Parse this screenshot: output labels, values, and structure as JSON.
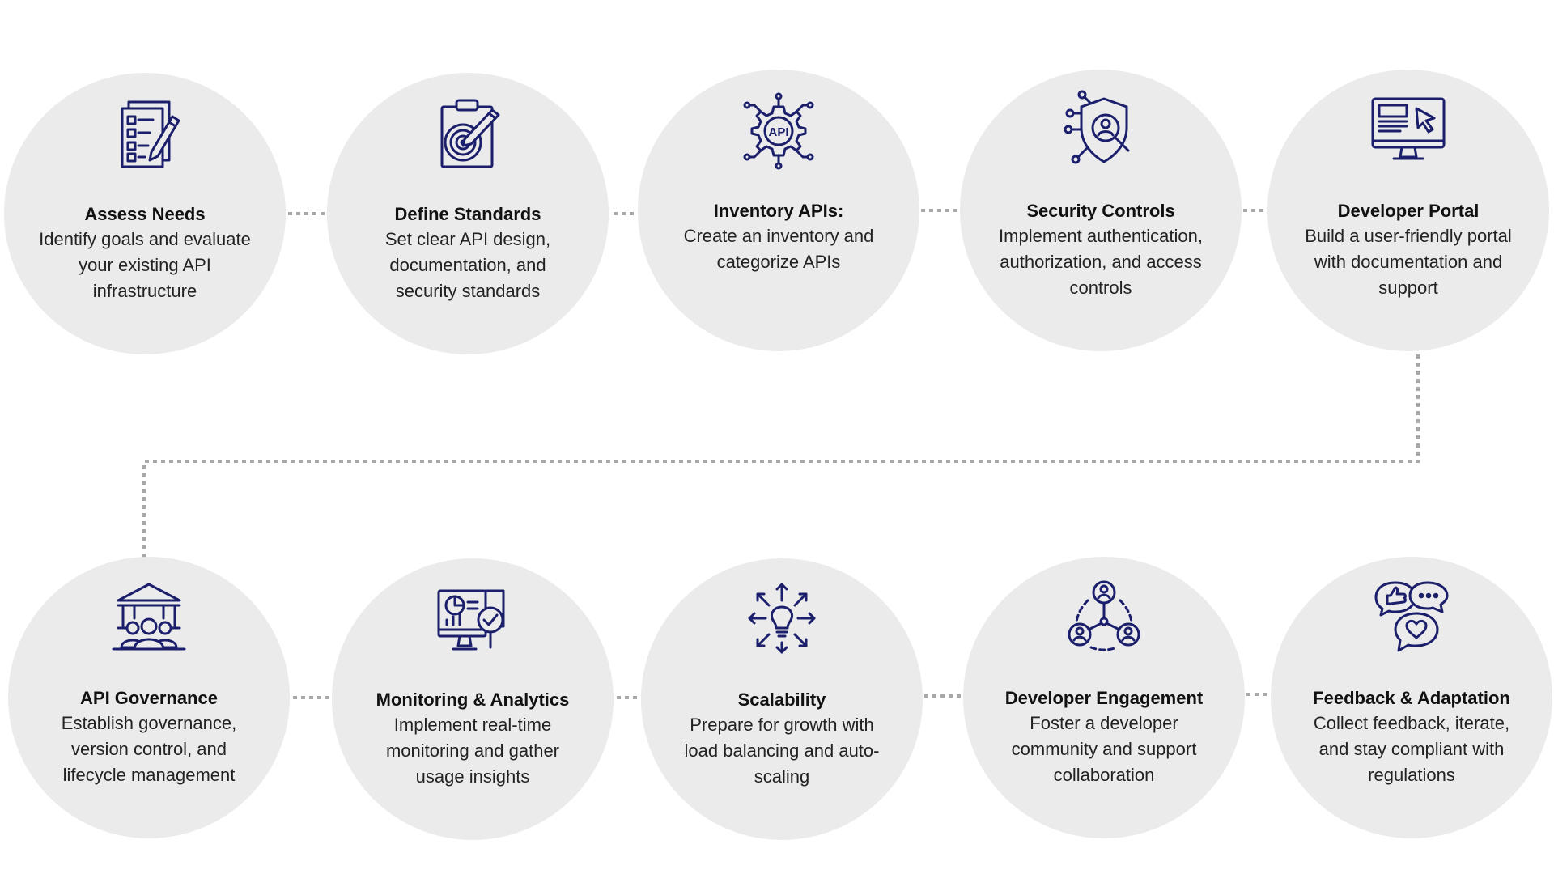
{
  "colors": {
    "circle_fill": "#ebebeb",
    "icon_stroke": "#1b1f6b",
    "connector": "#a8a8a8",
    "title_text": "#111111",
    "body_text": "#222222"
  },
  "steps": [
    {
      "title": "Assess Needs",
      "description": "Identify goals and evaluate your existing API infrastructure",
      "icon": "checklist-pencil-icon"
    },
    {
      "title": "Define Standards",
      "description": "Set clear API design, documentation, and security standards",
      "icon": "clipboard-target-icon"
    },
    {
      "title": "Inventory APIs:",
      "description": "Create an inventory and categorize APIs",
      "icon": "api-gear-icon",
      "icon_text": "API"
    },
    {
      "title": "Security Controls",
      "description": "Implement authentication, authorization, and access controls",
      "icon": "shield-user-icon"
    },
    {
      "title": "Developer Portal",
      "description": "Build a user-friendly portal with documentation and support",
      "icon": "monitor-cursor-icon"
    },
    {
      "title": "API Governance",
      "description": "Establish governance, version control, and lifecycle management",
      "icon": "institution-people-icon"
    },
    {
      "title": "Monitoring & Analytics",
      "description": "Implement real-time monitoring and gather usage insights",
      "icon": "analytics-monitor-icon"
    },
    {
      "title": "Scalability",
      "description": "Prepare for growth with load balancing and auto-scaling",
      "icon": "lightbulb-arrows-icon"
    },
    {
      "title": "Developer Engagement",
      "description": "Foster a developer community and support collaboration",
      "icon": "community-network-icon"
    },
    {
      "title": "Feedback & Adaptation",
      "description": "Collect feedback, iterate, and stay compliant with regulations",
      "icon": "chat-bubbles-icon"
    }
  ]
}
